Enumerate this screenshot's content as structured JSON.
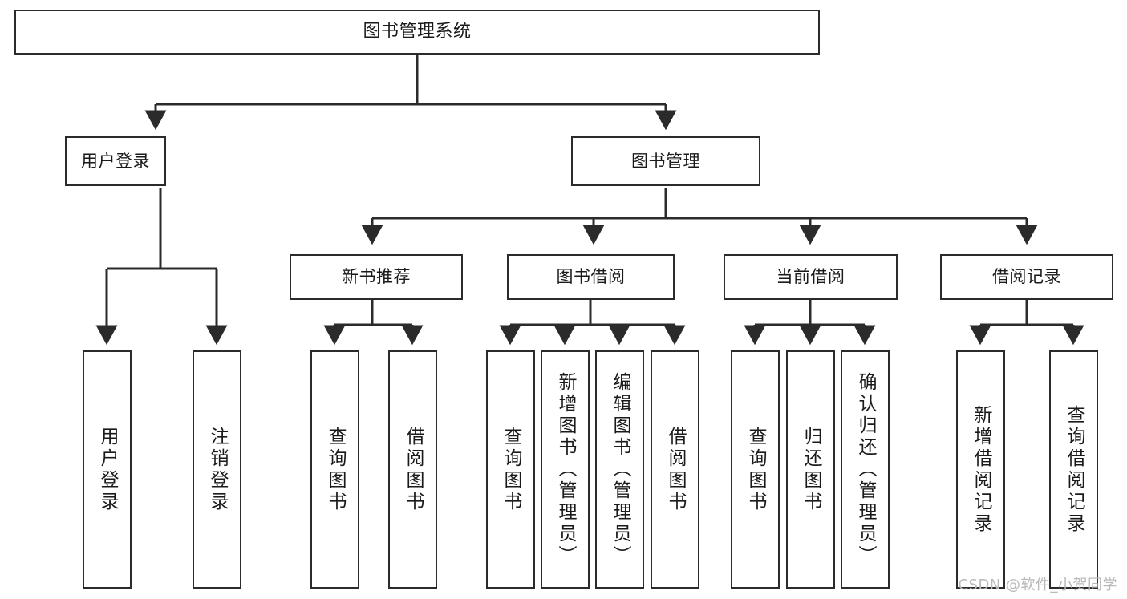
{
  "diagram": {
    "title": "图书管理系统",
    "type": "function-structure-tree",
    "line_color": "#2b2b2b",
    "box_fill": "#ffffff",
    "text_color": "#1a1a1a",
    "watermark": "CSDN @软件_小贺同学"
  },
  "nodes": {
    "root": {
      "label": "图书管理系统"
    },
    "level1": [
      {
        "label": "用户登录"
      },
      {
        "label": "图书管理"
      }
    ],
    "level2": [
      {
        "label": "新书推荐"
      },
      {
        "label": "图书借阅"
      },
      {
        "label": "当前借阅"
      },
      {
        "label": "借阅记录"
      }
    ],
    "leaves": {
      "user_login": [
        {
          "label": "用户登录"
        },
        {
          "label": "注销登录"
        }
      ],
      "new_book_recommend": [
        {
          "label": "查询图书"
        },
        {
          "label": "借阅图书"
        }
      ],
      "book_borrow": [
        {
          "label": "查询图书"
        },
        {
          "label": "新增图书（管理员）"
        },
        {
          "label": "编辑图书（管理员）"
        },
        {
          "label": "借阅图书"
        }
      ],
      "current_borrow": [
        {
          "label": "查询图书"
        },
        {
          "label": "归还图书"
        },
        {
          "label": "确认归还（管理员）"
        }
      ],
      "borrow_record": [
        {
          "label": "新增借阅记录"
        },
        {
          "label": "查询借阅记录"
        }
      ]
    }
  }
}
